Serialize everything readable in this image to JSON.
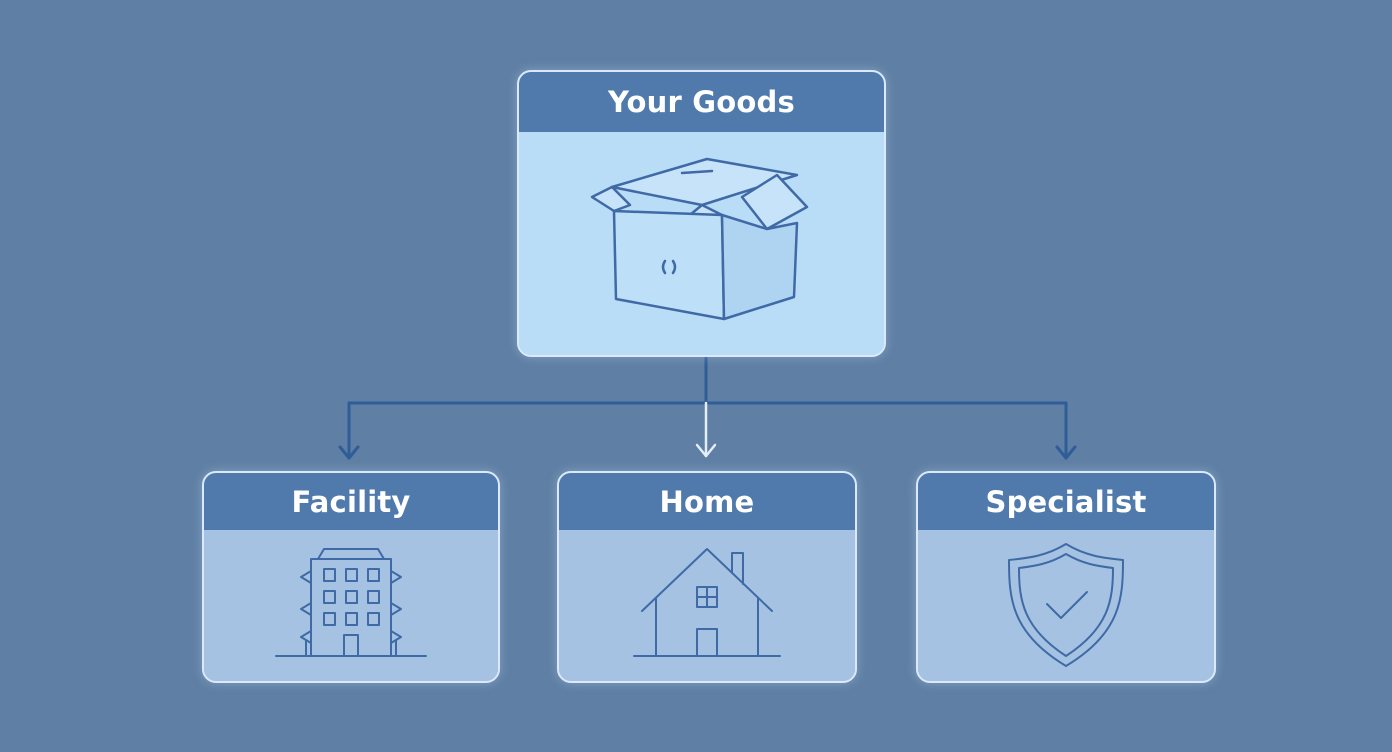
{
  "colors": {
    "background": "#5f7fa4",
    "header": "#4f7aab",
    "root_body": "#b9dcf7",
    "child_body": "#a5c2e2",
    "connector": "#2e5d97",
    "icon_stroke": "#3f6aa6"
  },
  "root": {
    "title": "Your Goods",
    "icon": "box-icon"
  },
  "children": [
    {
      "title": "Facility",
      "icon": "building-icon"
    },
    {
      "title": "Home",
      "icon": "house-icon"
    },
    {
      "title": "Specialist",
      "icon": "shield-check-icon"
    }
  ]
}
